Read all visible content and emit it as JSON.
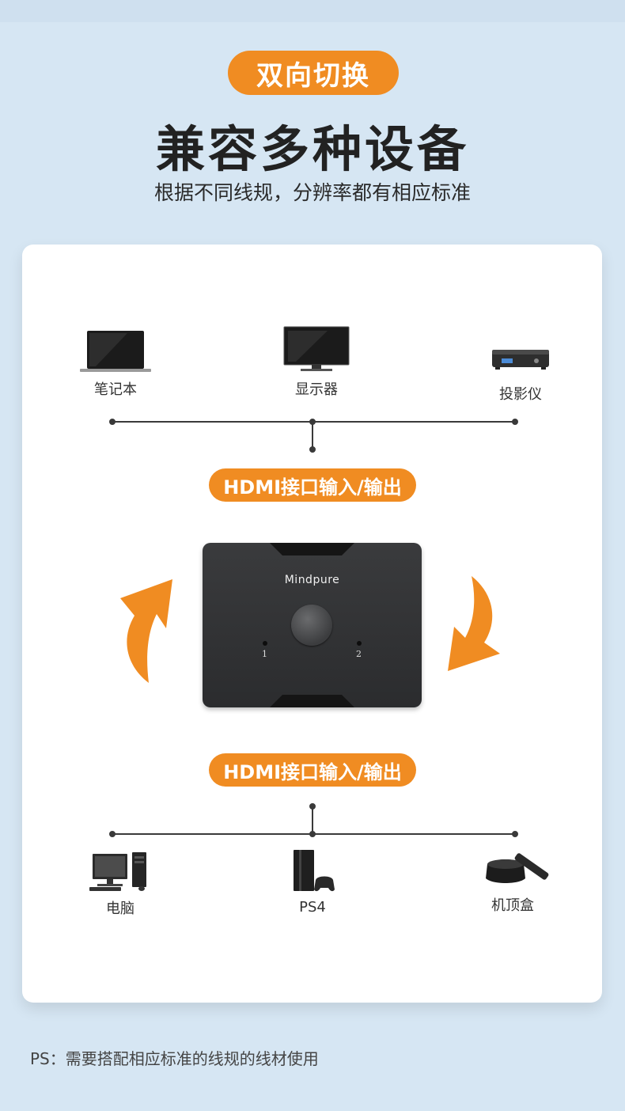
{
  "header": {
    "badge": "双向切换",
    "title": "兼容多种设备",
    "subtitle": "根据不同线规，分辨率都有相应标准"
  },
  "top_devices": [
    {
      "label": "笔记本",
      "icon": "laptop-icon"
    },
    {
      "label": "显示器",
      "icon": "monitor-icon"
    },
    {
      "label": "投影仪",
      "icon": "projector-icon"
    }
  ],
  "hdmi_top_label": "HDMI接口输入/输出",
  "switch": {
    "brand": "Mindpure",
    "port1": "1",
    "port2": "2"
  },
  "hdmi_bottom_label": "HDMI接口输入/输出",
  "bottom_devices": [
    {
      "label": "电脑",
      "icon": "desktop-computer-icon"
    },
    {
      "label": "PS4",
      "icon": "ps4-console-icon"
    },
    {
      "label": "机顶盒",
      "icon": "set-top-box-icon"
    }
  ],
  "footnote": "PS：需要搭配相应标准的线规的线材使用",
  "colors": {
    "accent": "#f08c22",
    "background": "#d6e6f3",
    "card": "#ffffff",
    "line": "#3a3a3a"
  }
}
